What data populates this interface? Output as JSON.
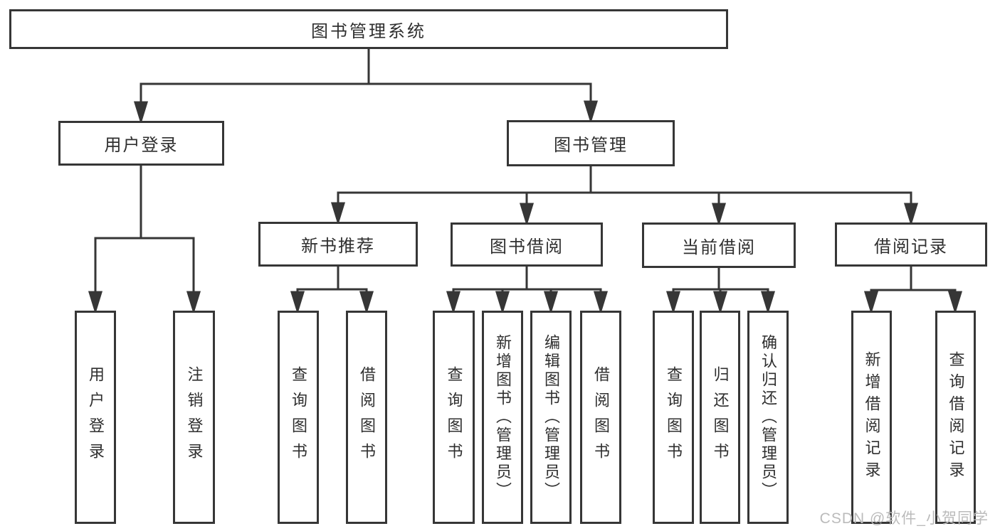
{
  "diagram": {
    "colors": {
      "line": "#363636",
      "text": "#2f2f2f",
      "watermark": "#bbbbbb",
      "background": "#ffffff"
    },
    "watermark": "CSDN @软件_小贺同学",
    "tree": {
      "label": "图书管理系统",
      "children": [
        {
          "label": "用户登录",
          "children": [
            {
              "label": "用户登录"
            },
            {
              "label": "注销登录"
            }
          ]
        },
        {
          "label": "图书管理",
          "children": [
            {
              "label": "新书推荐",
              "children": [
                {
                  "label": "查询图书"
                },
                {
                  "label": "借阅图书"
                }
              ]
            },
            {
              "label": "图书借阅",
              "children": [
                {
                  "label": "查询图书"
                },
                {
                  "label": "新增图书（管理员）"
                },
                {
                  "label": "编辑图书（管理员）"
                },
                {
                  "label": "借阅图书"
                }
              ]
            },
            {
              "label": "当前借阅",
              "children": [
                {
                  "label": "查询图书"
                },
                {
                  "label": "归还图书"
                },
                {
                  "label": "确认归还（管理员）"
                }
              ]
            },
            {
              "label": "借阅记录",
              "children": [
                {
                  "label": "新增借阅记录"
                },
                {
                  "label": "查询借阅记录"
                }
              ]
            }
          ]
        }
      ]
    }
  }
}
